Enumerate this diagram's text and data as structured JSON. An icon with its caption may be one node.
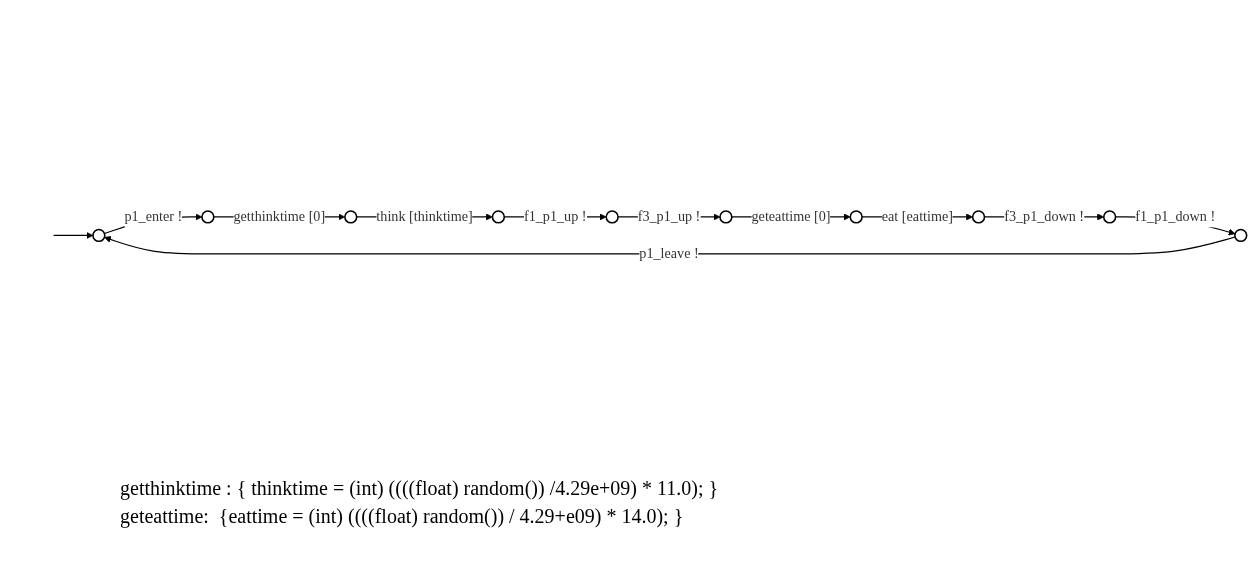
{
  "diagram": {
    "nodes": [
      {
        "text": [],
        "shape": "circle"
      },
      {
        "text": [],
        "shape": "circle"
      },
      {
        "text": [],
        "shape": "circle"
      },
      {
        "text": [],
        "shape": "circle"
      },
      {
        "text": [],
        "shape": "circle"
      },
      {
        "text": [],
        "shape": "circle"
      },
      {
        "text": [],
        "shape": "circle"
      },
      {
        "text": [],
        "shape": "circle"
      },
      {
        "text": [],
        "shape": "circle"
      },
      {
        "text": [],
        "shape": "circle"
      }
    ],
    "edges": [
      {
        "from": null,
        "to": 0,
        "arrow": "to"
      },
      {
        "from": 0,
        "to": 1,
        "arrow": "to",
        "label": "p1_enter !"
      },
      {
        "from": 1,
        "to": 2,
        "arrow": "to",
        "label": "getthinktime [0]"
      },
      {
        "from": 2,
        "to": 3,
        "arrow": "to",
        "label": "think [thinktime]"
      },
      {
        "from": 3,
        "to": 4,
        "arrow": "to",
        "label": "f1_p1_up !"
      },
      {
        "from": 4,
        "to": 9,
        "arrow": "to",
        "label": "f3_p1_up !"
      },
      {
        "from": 9,
        "to": 8,
        "arrow": "to",
        "label": "geteattime [0]"
      },
      {
        "from": 8,
        "to": 7,
        "arrow": "to",
        "label": "eat [eattime]"
      },
      {
        "from": 7,
        "to": 6,
        "arrow": "to",
        "label": "f3_p1_down !"
      },
      {
        "from": 6,
        "to": 5,
        "arrow": "to",
        "label": "f1_p1_down !"
      },
      {
        "from": 5,
        "to": 0,
        "arrow": "to",
        "label": "p1_leave !"
      }
    ],
    "labels": [
      "getthinktime : { thinktime = (int) ((((float) random()) /4.29e+09) * 11.0); }",
      "geteattime:  {eattime = (int) ((((float) random()) / 4.29+e09) * 14.0); }"
    ]
  }
}
